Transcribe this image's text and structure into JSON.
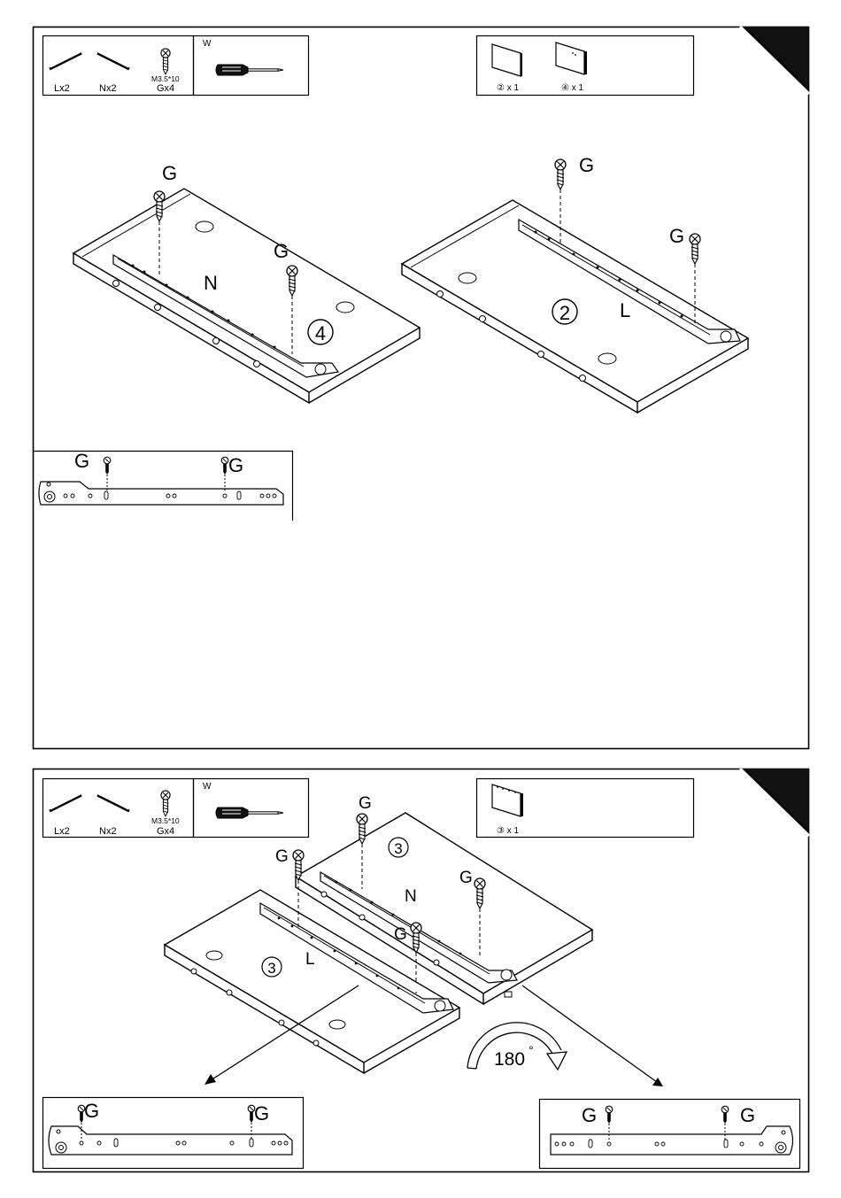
{
  "step_top": {
    "hardware": {
      "items": [
        {
          "icon": "rail-l-icon",
          "label": "Lx2"
        },
        {
          "icon": "rail-n-icon",
          "label": "Nx2"
        },
        {
          "icon": "screw-g-icon",
          "label": "Gx4",
          "spec": "M3.5*10"
        }
      ],
      "tool_label": "W"
    },
    "parts": [
      {
        "icon": "panel-2-icon",
        "label": "② x 1"
      },
      {
        "icon": "panel-4-icon",
        "label": "④ x 1"
      }
    ],
    "left_panel": {
      "number": "4",
      "rail_label": "N",
      "screw_labels": [
        "G",
        "G"
      ]
    },
    "right_panel": {
      "number": "2",
      "rail_label": "L",
      "screw_labels": [
        "G",
        "G"
      ]
    },
    "detail": {
      "screw_labels": [
        "G",
        "G"
      ]
    }
  },
  "step_bottom": {
    "hardware": {
      "items": [
        {
          "icon": "rail-l-icon",
          "label": "Lx2"
        },
        {
          "icon": "rail-n-icon",
          "label": "Nx2"
        },
        {
          "icon": "screw-g-icon",
          "label": "Gx4",
          "spec": "M3.5*10"
        }
      ],
      "tool_label": "W"
    },
    "parts": [
      {
        "icon": "panel-3-icon",
        "label": "③ x 1"
      }
    ],
    "back_panel": {
      "number": "3",
      "rail_label": "N",
      "screw_labels": [
        "G",
        "G",
        "G"
      ]
    },
    "front_panel": {
      "number": "3",
      "rail_label": "L",
      "screw_labels": [
        "G"
      ]
    },
    "rotation_label": "180",
    "degree_symbol": "°",
    "detail_left": {
      "screw_labels": [
        "G",
        "G"
      ]
    },
    "detail_right": {
      "screw_labels": [
        "G",
        "G"
      ]
    }
  }
}
